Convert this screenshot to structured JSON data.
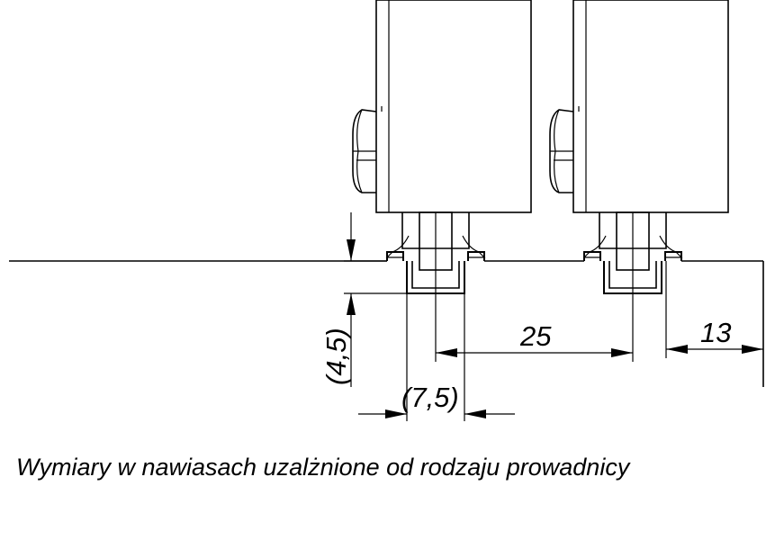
{
  "dimensions": {
    "offset_height": "(4,5)",
    "profile_width": "(7,5)",
    "spacing": "25",
    "edge_offset": "13"
  },
  "caption": "Wymiary w nawiasach uzalżnione od rodzaju prowadnicy"
}
